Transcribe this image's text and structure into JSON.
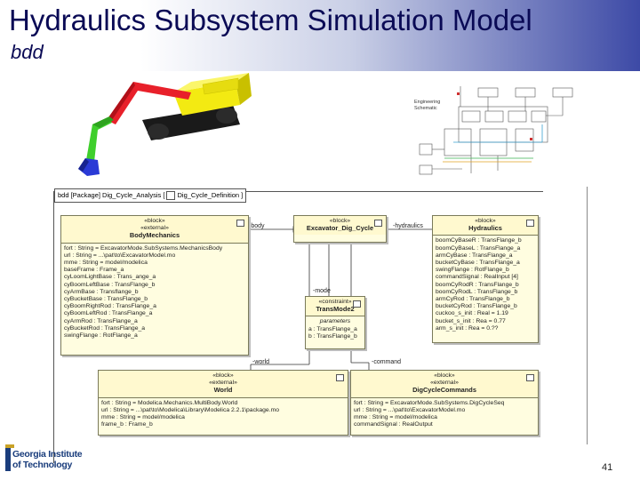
{
  "slide": {
    "title": "Hydraulics Subsystem Simulation Model",
    "subtitle": "bdd",
    "page_number": "41"
  },
  "schematic": {
    "caption": "Engineering Schematic"
  },
  "diagram": {
    "frame_label": "bdd [Package] Dig_Cycle_Analysis [",
    "frame_label_tail": "Dig_Cycle_Definition ]",
    "blocks": {
      "body_mechanics": {
        "stereotypes": [
          "«block»",
          "«external»"
        ],
        "name": "BodyMechanics",
        "attributes": [
          "fort : String = ExcavatorMode.SubSystems.MechanicsBody",
          "url : String = ...\\pat\\to\\ExcavatorModel.mo",
          "mme : String = model/modelica",
          "baseFrame : Frame_a",
          "cyLoomLightBase : Trans_ange_a",
          "cyBoomLeftBase : TransFlange_b",
          "cyArmBase : Transflange_b",
          "cyBucketBase : TransFlange_b",
          "cyBoomRightRod : TransFlange_a",
          "cyBoomLeftRod : TransFlange_a",
          "cyArmRod : TransFlange_a",
          "cyBucketRod : TransFlange_a",
          "swingFlange : RotFlange_a"
        ]
      },
      "excavator": {
        "stereotypes": [
          "«block»"
        ],
        "name": "Excavator_Dig_Cycle"
      },
      "hydraulics": {
        "stereotypes": [
          "«block»"
        ],
        "name": "Hydraulics",
        "attributes": [
          "boomCyBaseR : TransFlange_b",
          "boomCyBaseL : TransFlange_a",
          "armCyBase : TransFlange_a",
          "bucketCyBase : TransFlange_a",
          "swingFlange : RotFlange_b",
          "commandSignal : RealInput [4]",
          "boomCyRodR : TransFlange_b",
          "boomCyRodL : TransFlange_b",
          "armCyRod : TransFlange_b",
          "bucketCyRod : TransFlange_b",
          "cuckoo_s_init : Real = 1.19",
          "bucket_s_init : Rea = 0.77",
          "arm_s_init : Rea = 0.??"
        ]
      },
      "transmode": {
        "stereotypes": [
          "«constraint»"
        ],
        "name": "TransMode2",
        "section": "parameters",
        "attributes": [
          "a : TransFlange_a",
          "b : TransFlange_b"
        ]
      },
      "world": {
        "stereotypes": [
          "«block»",
          "«external»"
        ],
        "name": "World",
        "attributes": [
          "fort : String = Modelica.Mechanics.MultiBody.World",
          "url : String = ...\\pat\\to\\Modelica\\Library\\Modelica 2.2.1\\package.mo",
          "mme : String = model/modelica",
          "frame_b : Frame_b"
        ]
      },
      "dig_cycle_commands": {
        "stereotypes": [
          "«block»",
          "«external»"
        ],
        "name": "DigCycleCommands",
        "attributes": [
          "fort : String = ExcavatorMode.SubSystems.DigCycleSeq",
          "url : String = ...\\pat\\to\\ExcavatorModel.mo",
          "mme : String = model/modelica",
          "commandSignal : RealOutput"
        ]
      }
    },
    "connectors": {
      "body": "-body",
      "hydraulics": "-hydraulics",
      "mode": "-mode",
      "world": "-world",
      "command": "-command"
    }
  },
  "logo": {
    "line1": "Georgia Institute",
    "line2": "of Technology"
  }
}
